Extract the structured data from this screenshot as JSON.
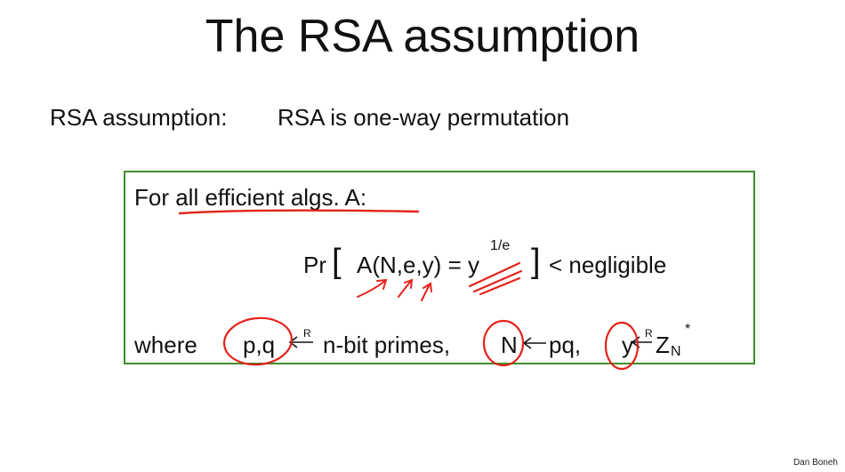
{
  "slide": {
    "title": "The RSA assumption"
  },
  "assumption": {
    "label": "RSA assumption:",
    "statement": "RSA is  one-way permutation"
  },
  "definition": {
    "heading": "For all efficient algs.  A:",
    "formula": {
      "pr": "Pr",
      "open_bracket": "[",
      "expression": "A(N,e,y) = y",
      "exponent": "1/e",
      "close_bracket": "]",
      "suffix": "< negligible"
    },
    "where": {
      "label": "where",
      "pq": "p,q",
      "arrow_label_1": "R",
      "primes": "n-bit primes,",
      "n_var": "N",
      "pq_product": "pq,",
      "y_var": "y",
      "arrow_label_2": "R",
      "group": "Z",
      "group_sub": "N",
      "group_sup": "*"
    }
  },
  "colors": {
    "box_border": "#3f8f2a",
    "ink": "#e3231b",
    "text": "#111111"
  },
  "footer": {
    "credit": "Dan Boneh"
  }
}
